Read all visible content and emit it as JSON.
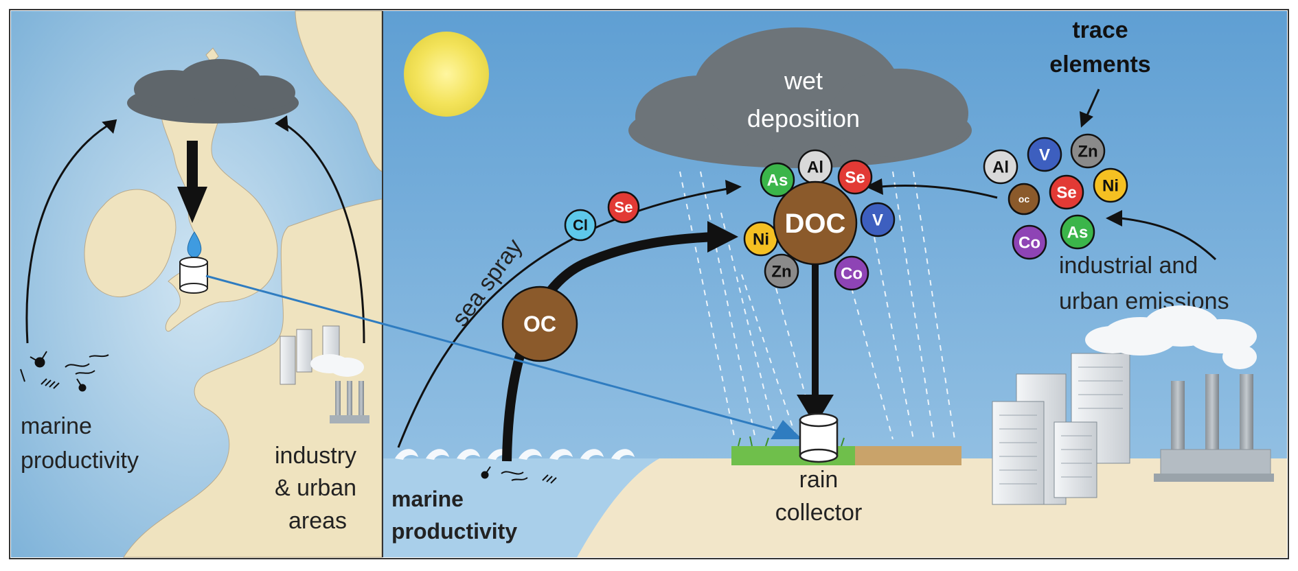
{
  "left_panel": {
    "label_marine": [
      "marine",
      "productivity"
    ],
    "label_industry": [
      "industry",
      "& urban",
      "areas"
    ]
  },
  "right_panel": {
    "cloud_label": [
      "wet",
      "deposition"
    ],
    "doc_label": "DOC",
    "oc_label": "OC",
    "sea_spray_label": "sea spray",
    "trace_label": [
      "trace",
      "elements"
    ],
    "industrial_label": [
      "industrial and",
      "urban emissions"
    ],
    "rain_collector_label": [
      "rain",
      "collector"
    ],
    "marine_label": [
      "marine",
      "productivity"
    ]
  },
  "elements": {
    "sea_spray": [
      {
        "sym": "Cl",
        "color": "#5ec8ea"
      },
      {
        "sym": "Se",
        "color": "#e23a35"
      }
    ],
    "doc_ring": [
      {
        "sym": "Al",
        "color": "#d9d9d9"
      },
      {
        "sym": "As",
        "color": "#3bb54a"
      },
      {
        "sym": "Se",
        "color": "#e23a35"
      },
      {
        "sym": "V",
        "color": "#3d5fbf"
      },
      {
        "sym": "Ni",
        "color": "#f5c022"
      },
      {
        "sym": "Zn",
        "color": "#8a8a8a"
      },
      {
        "sym": "Co",
        "color": "#8e44b5"
      }
    ],
    "trace_cluster": [
      {
        "sym": "Al",
        "color": "#d9d9d9"
      },
      {
        "sym": "V",
        "color": "#3d5fbf"
      },
      {
        "sym": "Zn",
        "color": "#8a8a8a"
      },
      {
        "sym": "oc",
        "color": "#8b5a2b"
      },
      {
        "sym": "Se",
        "color": "#e23a35"
      },
      {
        "sym": "Ni",
        "color": "#f5c022"
      },
      {
        "sym": "Co",
        "color": "#8e44b5"
      },
      {
        "sym": "As",
        "color": "#3bb54a"
      }
    ]
  },
  "colors": {
    "sky": "#6fa8d8",
    "cloud": "#6d7479",
    "sun": "#f3e35a",
    "doc": "#8b5a2b",
    "sand": "#f2e6c9",
    "sea": "#a9cfea",
    "land": "#efe3bf",
    "arrow": "#111111",
    "link_line": "#2f7cc0"
  }
}
